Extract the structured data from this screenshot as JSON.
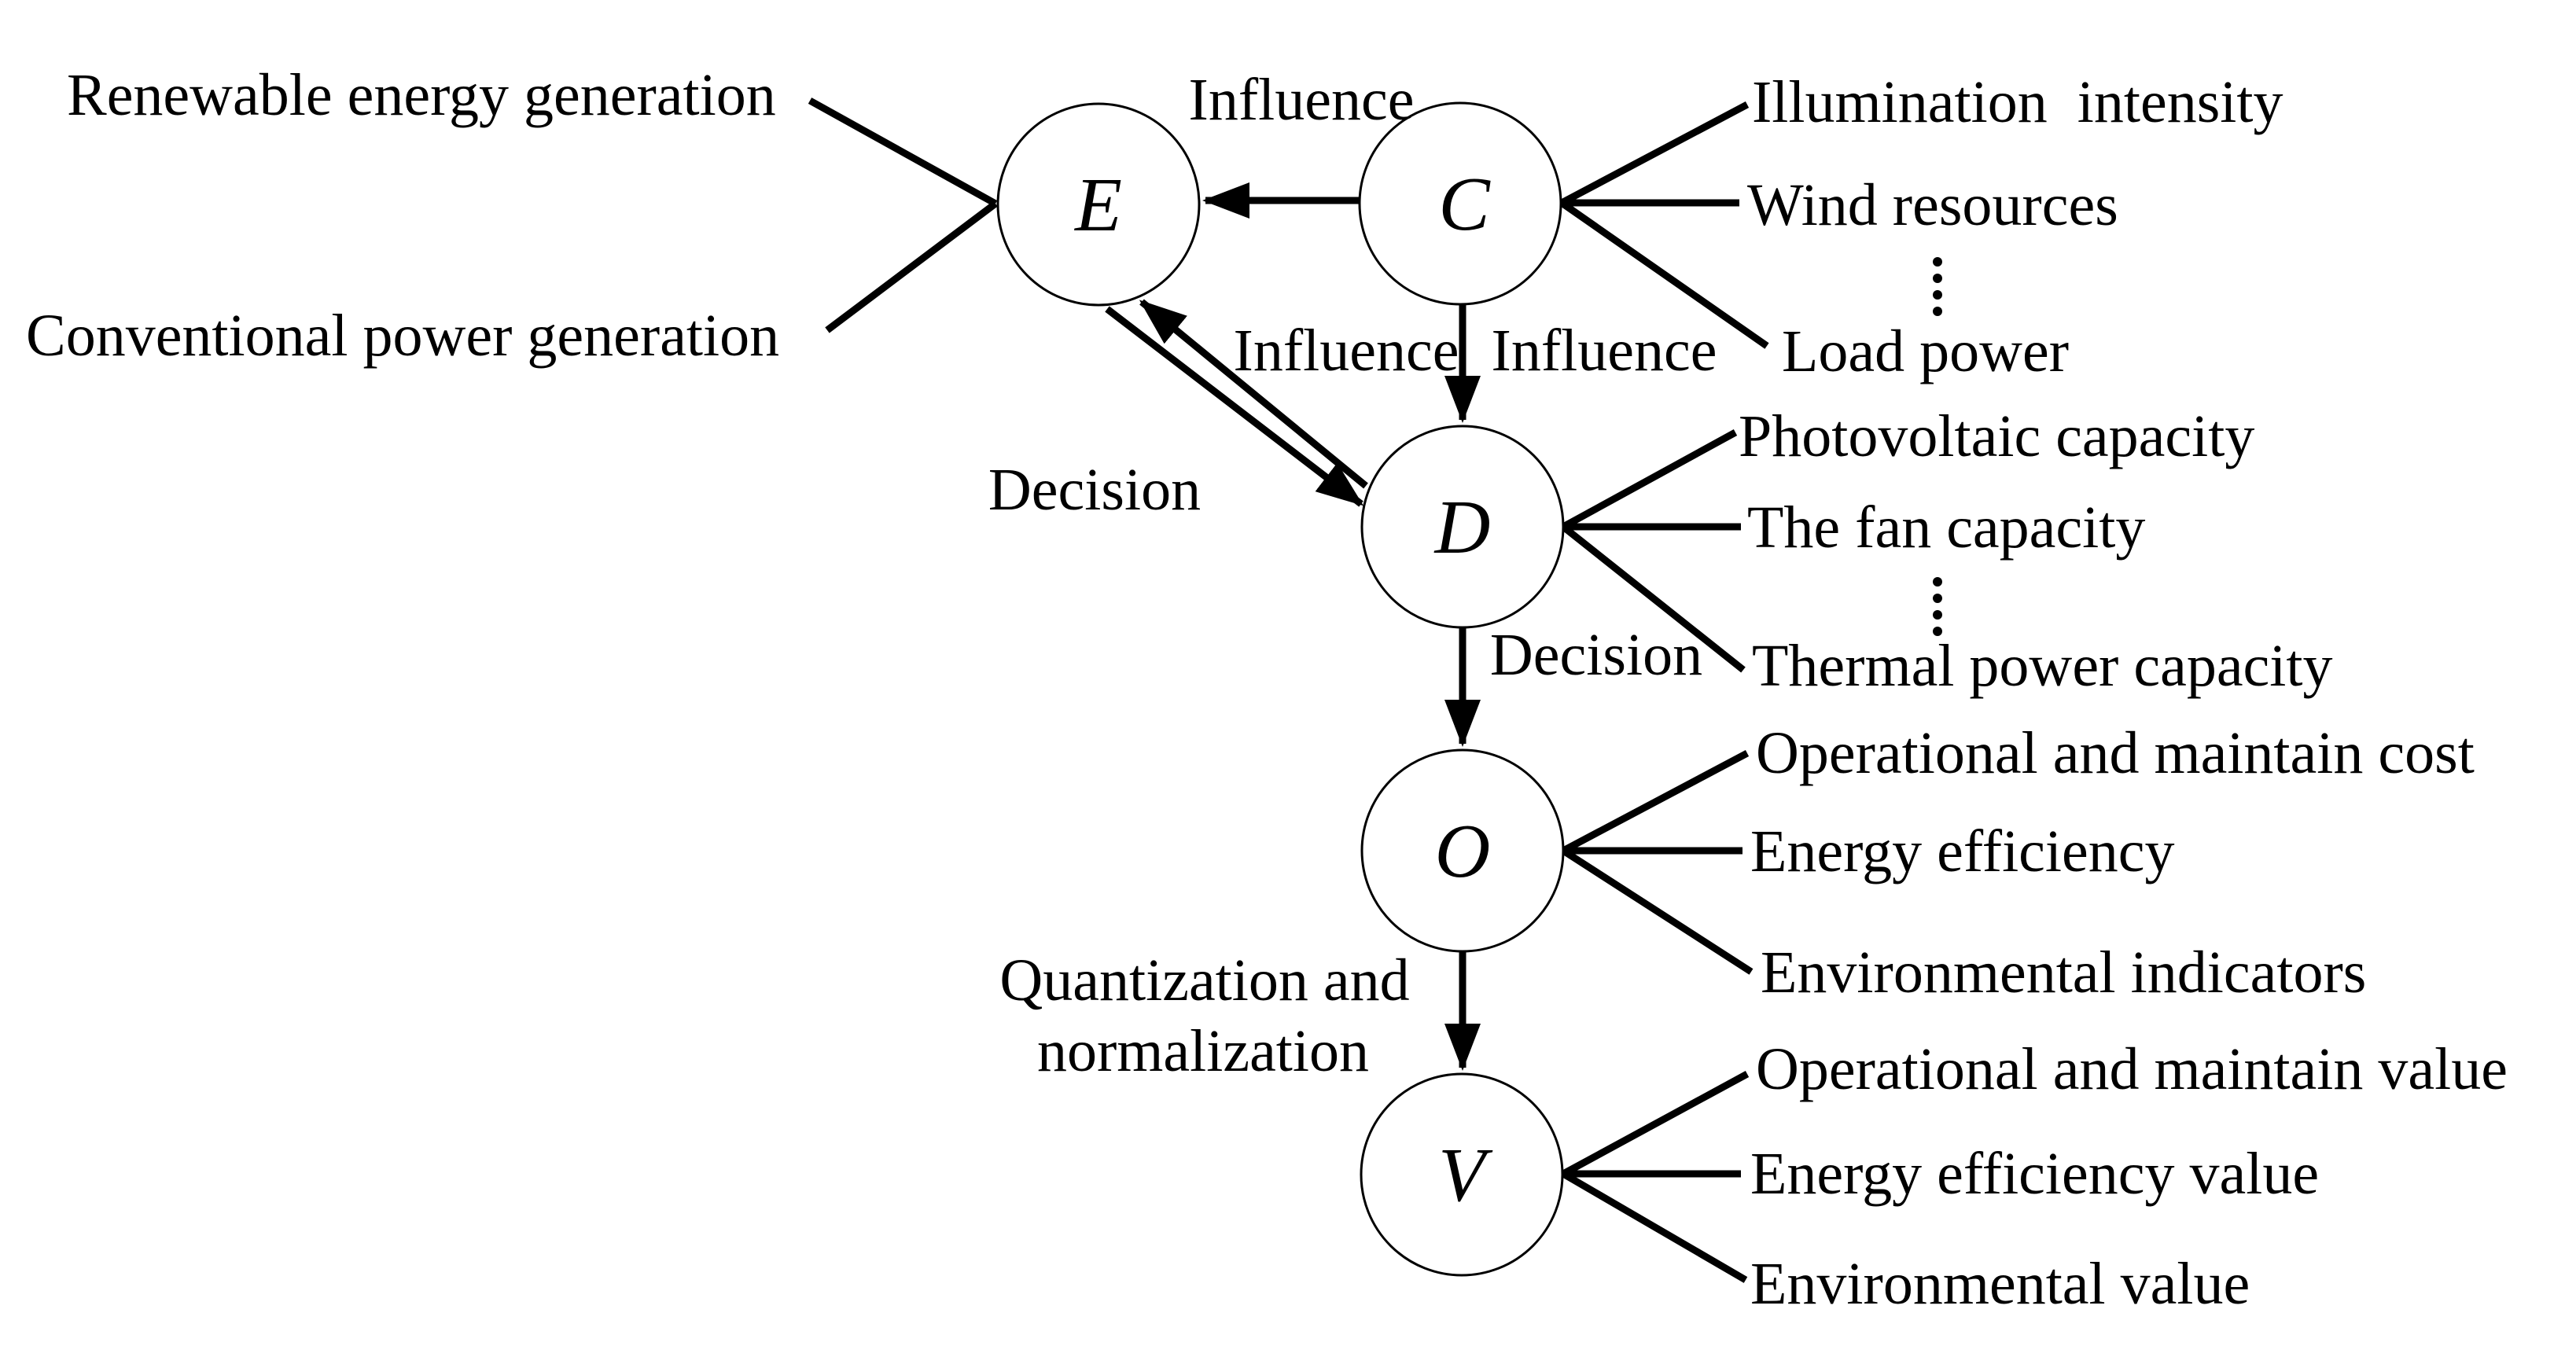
{
  "diagram": {
    "type": "influence-diagram",
    "background_color": "#ffffff",
    "stroke_color": "#000000",
    "nodes": [
      {
        "id": "E",
        "label": "E",
        "connected_labels": [
          "Renewable energy generation",
          "Conventional power generation"
        ],
        "ellipsis": false
      },
      {
        "id": "C",
        "label": "C",
        "connected_labels": [
          "Illumination  intensity",
          "Wind resources",
          "Load power"
        ],
        "ellipsis": true
      },
      {
        "id": "D",
        "label": "D",
        "connected_labels": [
          "Photovoltaic capacity",
          "The fan capacity",
          "Thermal power capacity"
        ],
        "ellipsis": true
      },
      {
        "id": "O",
        "label": "O",
        "connected_labels": [
          "Operational and maintain cost",
          "Energy efficiency",
          "Environmental indicators"
        ],
        "ellipsis": false
      },
      {
        "id": "V",
        "label": "V",
        "connected_labels": [
          "Operational and maintain value",
          "Energy efficiency value",
          "Environmental value"
        ],
        "ellipsis": false
      }
    ],
    "edges": [
      {
        "from": "C",
        "to": "E",
        "label": "Influence"
      },
      {
        "from": "D",
        "to": "E",
        "label": "Influence"
      },
      {
        "from": "C",
        "to": "D",
        "label": "Influence"
      },
      {
        "from": "E",
        "to": "D",
        "label": "Decision"
      },
      {
        "from": "D",
        "to": "O",
        "label": "Decision"
      },
      {
        "from": "O",
        "to": "V",
        "label": "Quantization and normalization",
        "label_lines": [
          "Quantization and",
          "normalization"
        ]
      }
    ]
  }
}
